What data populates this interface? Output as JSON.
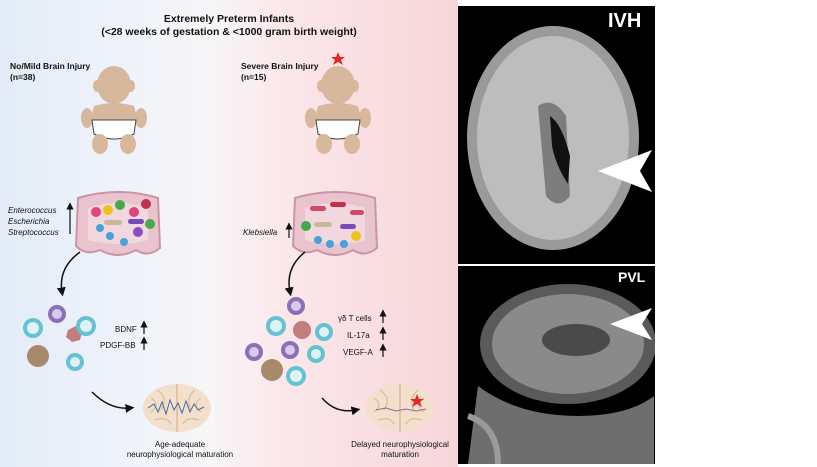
{
  "header": {
    "title": "Extremely Preterm Infants",
    "subtitle": "(<28 weeks of gestation & <1000 gram birth weight)"
  },
  "left_group": {
    "label": "No/Mild Brain Injury",
    "n": "(n=38)",
    "taxa": [
      "Enterococcus",
      "Escherichia",
      "Streptococcus"
    ],
    "markers": [
      "BDNF",
      "PDGF-BB"
    ],
    "outcome_line1": "Age-adequate",
    "outcome_line2": "neurophysiological maturation"
  },
  "right_group": {
    "label": "Severe Brain Injury",
    "n": "(n=15)",
    "taxa": [
      "Klebsiella"
    ],
    "markers": [
      "γδ T cells",
      "IL-17a",
      "VEGF-A"
    ],
    "outcome_line1": "Delayed neurophysiological",
    "outcome_line2": "maturation"
  },
  "images": {
    "top_label": "IVH",
    "bottom_label": "PVL"
  },
  "colors": {
    "skin": "#d7b89c",
    "diaper": "#ffffff",
    "injury_star": "#e3262b",
    "gut_outer": "#e9c4cf",
    "gut_inner": "#d9a7b5"
  }
}
